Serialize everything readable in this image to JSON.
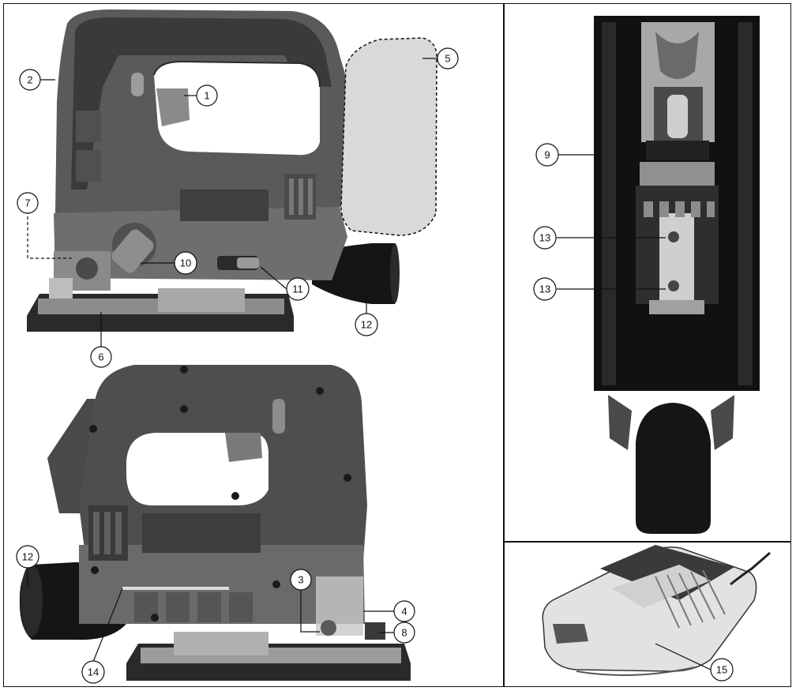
{
  "callouts": {
    "c1": "1",
    "c2": "2",
    "c3": "3",
    "c4": "4",
    "c5": "5",
    "c6": "6",
    "c7": "7",
    "c8": "8",
    "c9": "9",
    "c10": "10",
    "c11": "11",
    "c12a": "12",
    "c12b": "12",
    "c13a": "13",
    "c13b": "13",
    "c14": "14",
    "c15": "15"
  },
  "colors": {
    "body_dark": "#3a3a3a",
    "body_mid": "#6e6e6e",
    "body_light": "#9a9a9a",
    "battery_light": "#d9d9d9",
    "metal": "#bdbdbd",
    "black": "#151515"
  }
}
